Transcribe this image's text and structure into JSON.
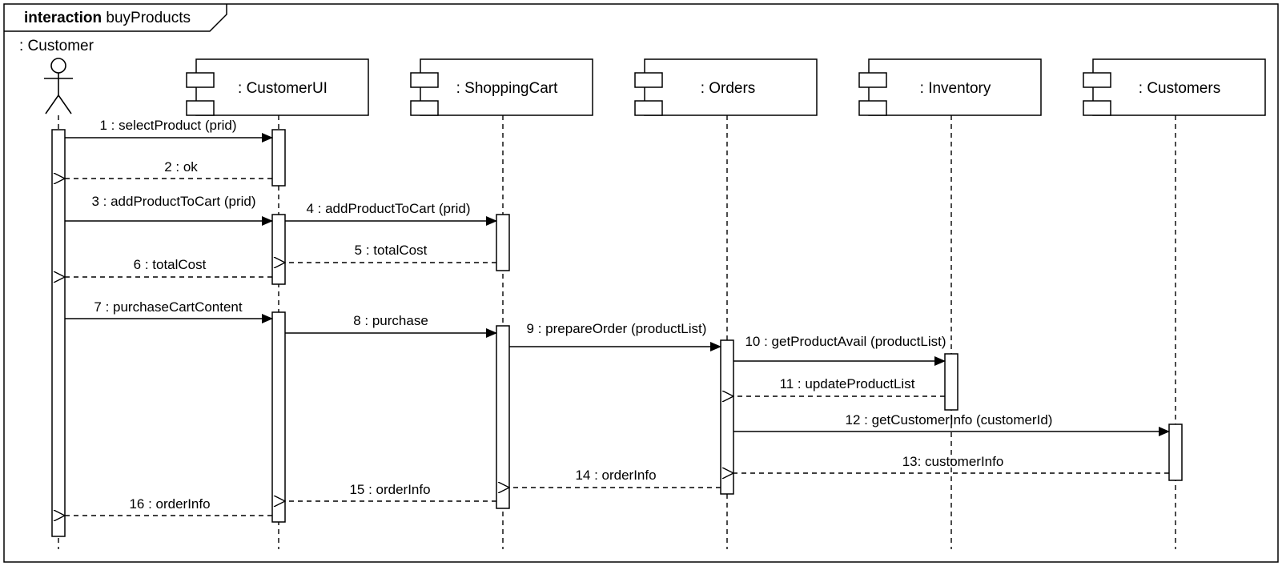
{
  "frame": {
    "keyword": "interaction",
    "name": "buyProducts"
  },
  "actor": {
    "label": ": Customer"
  },
  "components": [
    {
      "label": ": CustomerUI"
    },
    {
      "label": ": ShoppingCart"
    },
    {
      "label": ": Orders"
    },
    {
      "label": ": Inventory"
    },
    {
      "label": ": Customers"
    }
  ],
  "messages": [
    {
      "label": "1 : selectProduct (prid)",
      "kind": "sync"
    },
    {
      "label": "2 : ok",
      "kind": "reply"
    },
    {
      "label": "3 : addProductToCart (prid)",
      "kind": "sync"
    },
    {
      "label": "4 : addProductToCart (prid)",
      "kind": "sync"
    },
    {
      "label": "5 : totalCost",
      "kind": "reply"
    },
    {
      "label": "6 : totalCost",
      "kind": "reply"
    },
    {
      "label": "7 : purchaseCartContent",
      "kind": "sync"
    },
    {
      "label": "8 : purchase",
      "kind": "sync"
    },
    {
      "label": "9 : prepareOrder (productList)",
      "kind": "sync"
    },
    {
      "label": "10 : getProductAvail (productList)",
      "kind": "sync"
    },
    {
      "label": "11 : updateProductList",
      "kind": "reply"
    },
    {
      "label": "12 : getCustomerInfo (customerId)",
      "kind": "sync"
    },
    {
      "label": "13: customerInfo",
      "kind": "reply"
    },
    {
      "label": "14 : orderInfo",
      "kind": "reply"
    },
    {
      "label": "15 : orderInfo",
      "kind": "reply"
    },
    {
      "label": "16 : orderInfo",
      "kind": "reply"
    }
  ]
}
